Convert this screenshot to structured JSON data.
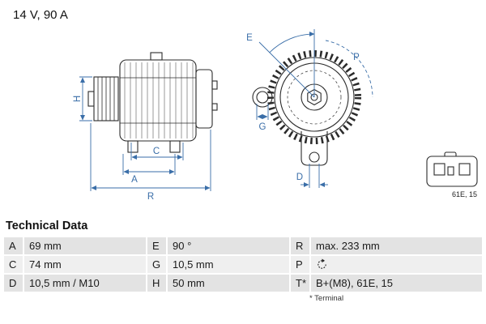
{
  "header": {
    "title": "14 V, 90 A"
  },
  "diagram": {
    "dimension_color": "#3a6ea8",
    "side_view_labels": {
      "H": "H",
      "C": "C",
      "A": "A",
      "R": "R"
    },
    "front_view_labels": {
      "E": "E",
      "G": "G",
      "P": "P",
      "D": "D"
    },
    "connector_label": "61E, 15"
  },
  "technical_data": {
    "title": "Technical Data",
    "footnote": "* Terminal",
    "rows": [
      {
        "cells": [
          {
            "k": "A",
            "v": "69 mm"
          },
          {
            "k": "E",
            "v": "90 °"
          },
          {
            "k": "R",
            "v": "max. 233 mm"
          }
        ]
      },
      {
        "cells": [
          {
            "k": "C",
            "v": "74 mm"
          },
          {
            "k": "G",
            "v": "10,5 mm"
          },
          {
            "k": "P",
            "v": "",
            "icon": "rotation-direction"
          }
        ]
      },
      {
        "cells": [
          {
            "k": "D",
            "v": "10,5 mm / M10"
          },
          {
            "k": "H",
            "v": "50 mm"
          },
          {
            "k": "T*",
            "v": "B+(M8), 61E, 15"
          }
        ]
      }
    ]
  }
}
